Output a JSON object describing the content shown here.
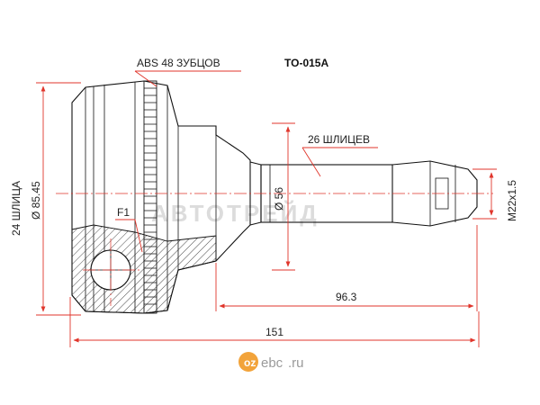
{
  "part_number": "TO-015A",
  "labels": {
    "abs_teeth": "ABS 48 ЗУБЦОВ",
    "outer_splines": "26 ШЛИЦЕВ",
    "inner_splines": "24 ШЛИЦА",
    "outer_diameter": "Ø 85.45",
    "shaft_diameter": "Ø 56",
    "thread": "M22x1.5",
    "f1": "F1",
    "length_shaft": "96.3",
    "length_total": "151"
  },
  "watermark": "АВТОТРЕЙД",
  "brand": {
    "logo": "oz",
    "text": "ebc",
    "domain": ".ru"
  },
  "colors": {
    "dimension_lines": "#e0352b",
    "outline": "#111111",
    "watermark": "#dcdcdc",
    "brand_icon": "#f2a33a"
  }
}
